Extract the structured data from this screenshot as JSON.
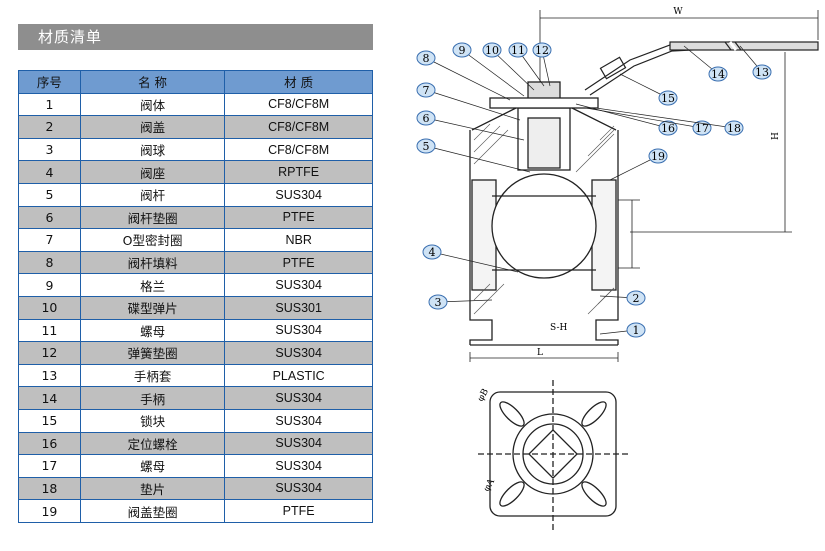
{
  "header": {
    "title": "材质清单"
  },
  "table": {
    "headers": [
      "序号",
      "名 称",
      "材 质"
    ],
    "rows": [
      {
        "no": "1",
        "name": "阀体",
        "material": "CF8/CF8M"
      },
      {
        "no": "2",
        "name": "阀盖",
        "material": "CF8/CF8M"
      },
      {
        "no": "3",
        "name": "阀球",
        "material": "CF8/CF8M"
      },
      {
        "no": "4",
        "name": "阀座",
        "material": "RPTFE"
      },
      {
        "no": "5",
        "name": "阀杆",
        "material": "SUS304"
      },
      {
        "no": "6",
        "name": "阀杆垫圈",
        "material": "PTFE"
      },
      {
        "no": "7",
        "name": "O型密封圈",
        "material": "NBR"
      },
      {
        "no": "8",
        "name": "阀杆填料",
        "material": "PTFE"
      },
      {
        "no": "9",
        "name": "格兰",
        "material": "SUS304"
      },
      {
        "no": "10",
        "name": "碟型弹片",
        "material": "SUS301"
      },
      {
        "no": "11",
        "name": "螺母",
        "material": "SUS304"
      },
      {
        "no": "12",
        "name": "弹簧垫圈",
        "material": "SUS304"
      },
      {
        "no": "13",
        "name": "手柄套",
        "material": "PLASTIC"
      },
      {
        "no": "14",
        "name": "手柄",
        "material": "SUS304"
      },
      {
        "no": "15",
        "name": "锁块",
        "material": "SUS304"
      },
      {
        "no": "16",
        "name": "定位螺栓",
        "material": "SUS304"
      },
      {
        "no": "17",
        "name": "螺母",
        "material": "SUS304"
      },
      {
        "no": "18",
        "name": "垫片",
        "material": "SUS304"
      },
      {
        "no": "19",
        "name": "阀盖垫圈",
        "material": "PTFE"
      }
    ]
  },
  "drawing": {
    "callouts": [
      "8",
      "9",
      "10",
      "11",
      "12",
      "7",
      "6",
      "5",
      "4",
      "3",
      "14",
      "13",
      "15",
      "16",
      "17",
      "18",
      "19",
      "2",
      "1"
    ],
    "dims": {
      "top": "W",
      "right": "H",
      "bottom": "L",
      "thread": "S-H",
      "dia_b": "φB",
      "dia_a": "φA"
    }
  },
  "colors": {
    "header_bg": "#8e8e8e",
    "table_head": "#6f9bd0",
    "shade": "#bfbfbf",
    "border": "#1f5fa8",
    "callout_fill": "#cfe3f5",
    "callout_stroke": "#3a6fb0"
  }
}
